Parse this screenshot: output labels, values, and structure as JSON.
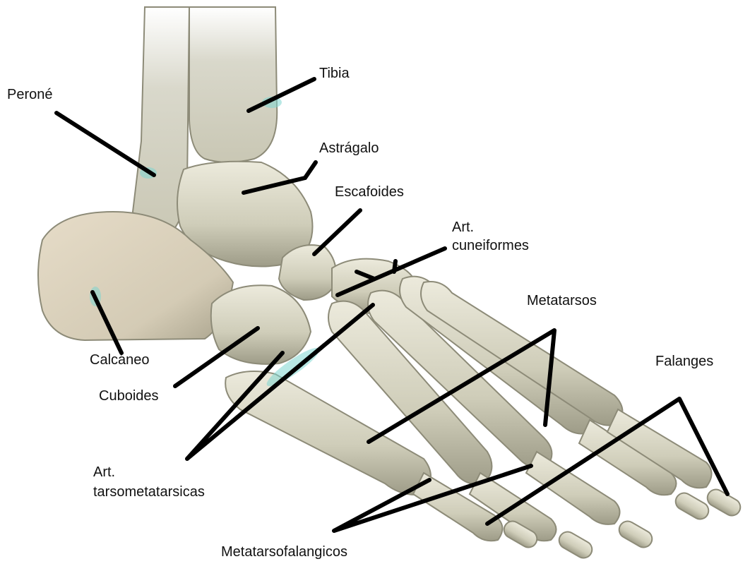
{
  "diagram": {
    "labels": [
      {
        "id": "perone",
        "text": "Peroné"
      },
      {
        "id": "tibia",
        "text": "Tibia"
      },
      {
        "id": "astragalo",
        "text": "Astrágalo"
      },
      {
        "id": "escafoides",
        "text": "Escafoides"
      },
      {
        "id": "art_cuneiformes_1",
        "text": "Art."
      },
      {
        "id": "art_cuneiformes_2",
        "text": "cuneiformes"
      },
      {
        "id": "metatarsos",
        "text": "Metatarsos"
      },
      {
        "id": "falanges",
        "text": "Falanges"
      },
      {
        "id": "calcaneo",
        "text": "Calcáneo"
      },
      {
        "id": "cuboides",
        "text": "Cuboides"
      },
      {
        "id": "art_tarso_1",
        "text": "Art."
      },
      {
        "id": "art_tarso_2",
        "text": "tarsometatarsicas"
      },
      {
        "id": "metatarsofalangicos",
        "text": "Metatarsofalangicos"
      }
    ]
  },
  "colors": {
    "bone": "#d8d6c2",
    "bone_shadow": "#8f8f7c",
    "bone_light": "#ecebe0",
    "calcaneus_tint": "#e2d8c6",
    "joint_highlight": "#7fd6d0",
    "leader": "#000000",
    "background": "#ffffff"
  }
}
